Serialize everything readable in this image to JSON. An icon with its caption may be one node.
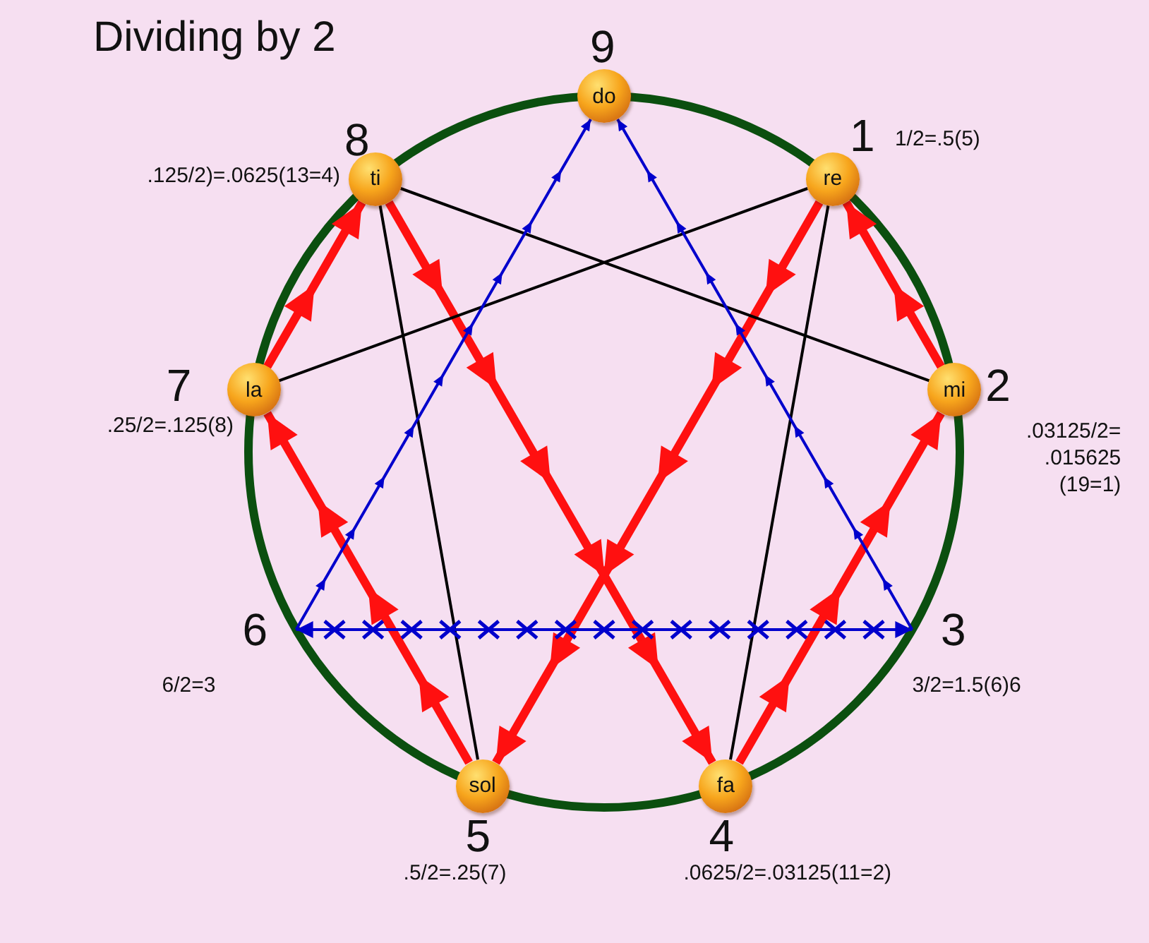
{
  "diagram": {
    "title": "Dividing by 2",
    "nodes": [
      {
        "text": [
          "do"
        ],
        "beside": [
          "9"
        ]
      },
      {
        "text": [
          "ti"
        ],
        "beside": [
          "8",
          ".125/2)=.0625(13=4)"
        ]
      },
      {
        "text": [
          "re"
        ],
        "beside": [
          "1",
          "1/2=.5(5)"
        ]
      },
      {
        "text": [
          "la"
        ],
        "beside": [
          "7",
          ".25/2=.125(8)"
        ]
      },
      {
        "text": [
          "mi"
        ],
        "beside": [
          "2",
          ".03125/2= .015625 (19=1)"
        ]
      },
      {
        "text": [
          "6"
        ],
        "beside": [
          "6/2=3"
        ]
      },
      {
        "text": [
          "3"
        ],
        "beside": [
          "3/2=1.5(6)6"
        ]
      },
      {
        "text": [
          "sol"
        ],
        "beside": [
          "5",
          ".5/2=.25(7)"
        ]
      },
      {
        "text": [
          "fa"
        ],
        "beside": [
          "4",
          ".0625/2=.03125(11=2)"
        ]
      }
    ],
    "edges": [
      {
        "from": 2,
        "to": 7,
        "arrow": "to",
        "style": "thick"
      },
      {
        "from": 7,
        "to": 3,
        "arrow": "to",
        "style": "thick"
      },
      {
        "from": 3,
        "to": 1,
        "arrow": "to",
        "style": "thick"
      },
      {
        "from": 1,
        "to": 8,
        "arrow": "to",
        "style": "thick"
      },
      {
        "from": 8,
        "to": 4,
        "arrow": "to",
        "style": "thick"
      },
      {
        "from": 4,
        "to": 2,
        "arrow": "to",
        "style": "thick"
      },
      {
        "from": 1,
        "to": 4,
        "arrow": "none",
        "color": "#000000"
      },
      {
        "from": 2,
        "to": 3,
        "arrow": "none",
        "color": "#000000"
      },
      {
        "from": 1,
        "to": 7,
        "arrow": "none",
        "color": "#000000"
      },
      {
        "from": 2,
        "to": 8,
        "arrow": "none",
        "color": "#000000"
      },
      {
        "from": 5,
        "to": 0,
        "arrow": "to",
        "color": "#0000cc"
      },
      {
        "from": 6,
        "to": 0,
        "arrow": "to",
        "color": "#0000cc"
      },
      {
        "from": 5,
        "to": 6,
        "arrow": "both",
        "color": "#0000cc"
      }
    ]
  }
}
